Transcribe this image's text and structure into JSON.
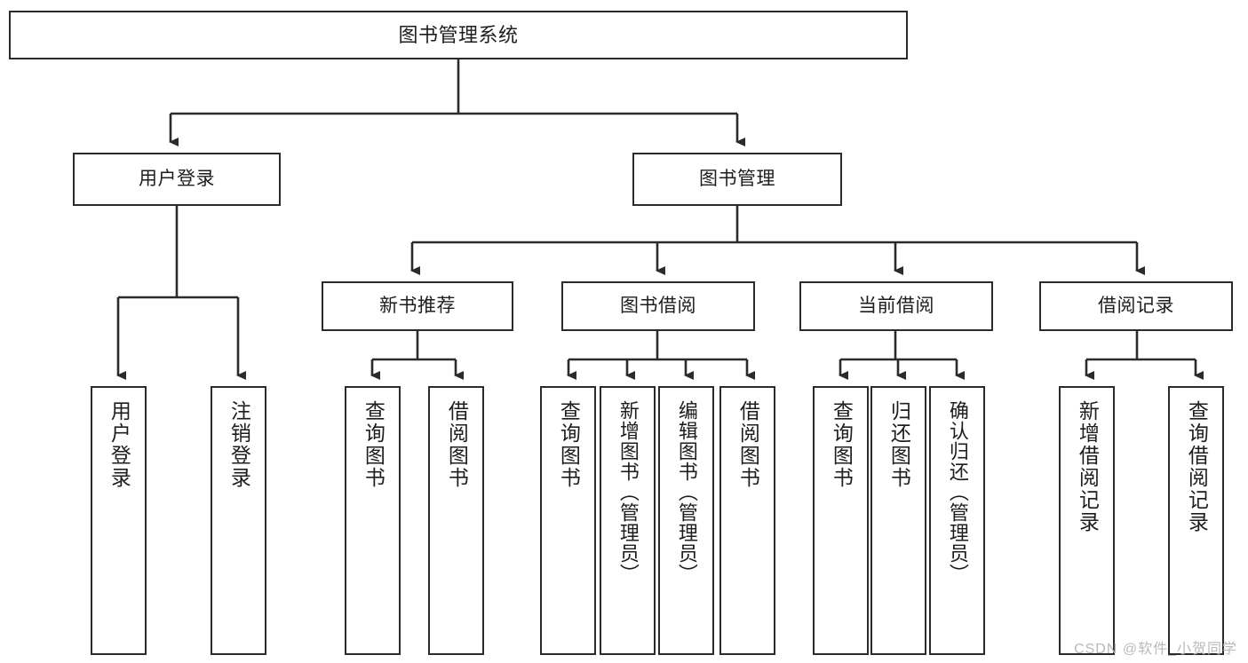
{
  "diagram": {
    "type": "tree-hierarchy",
    "title": "图书管理系统",
    "watermark": "CSDN @软件_小贺同学",
    "colors": {
      "stroke": "#2b2b2b",
      "fill": "#ffffff",
      "text": "#1d1d1d",
      "watermark": "#b9b9b9"
    },
    "nodes": {
      "root": {
        "label": "图书管理系统"
      },
      "level1": [
        {
          "id": "user-login",
          "label": "用户登录"
        },
        {
          "id": "book-manage",
          "label": "图书管理"
        }
      ],
      "level2": [
        {
          "id": "new-book-rec",
          "label": "新书推荐"
        },
        {
          "id": "book-borrow",
          "label": "图书借阅"
        },
        {
          "id": "current-borrow",
          "label": "当前借阅"
        },
        {
          "id": "borrow-record",
          "label": "借阅记录"
        }
      ],
      "leaves": {
        "user_login": [
          {
            "id": "leaf-user-login",
            "label": "用户登录"
          },
          {
            "id": "leaf-logout",
            "label": "注销登录"
          }
        ],
        "new_book_rec": [
          {
            "id": "leaf-query-book-1",
            "label": "查询图书"
          },
          {
            "id": "leaf-borrow-book-1",
            "label": "借阅图书"
          }
        ],
        "book_borrow": [
          {
            "id": "leaf-query-book-2",
            "label": "查询图书"
          },
          {
            "id": "leaf-add-book",
            "label": "新增图书（管理员）"
          },
          {
            "id": "leaf-edit-book",
            "label": "编辑图书（管理员）"
          },
          {
            "id": "leaf-borrow-book-2",
            "label": "借阅图书"
          }
        ],
        "current_borrow": [
          {
            "id": "leaf-query-book-3",
            "label": "查询图书"
          },
          {
            "id": "leaf-return-book",
            "label": "归还图书"
          },
          {
            "id": "leaf-confirm-return",
            "label": "确认归还（管理员）"
          }
        ],
        "borrow_record": [
          {
            "id": "leaf-add-record",
            "label": "新增借阅记录"
          },
          {
            "id": "leaf-query-record",
            "label": "查询借阅记录"
          }
        ]
      }
    }
  }
}
